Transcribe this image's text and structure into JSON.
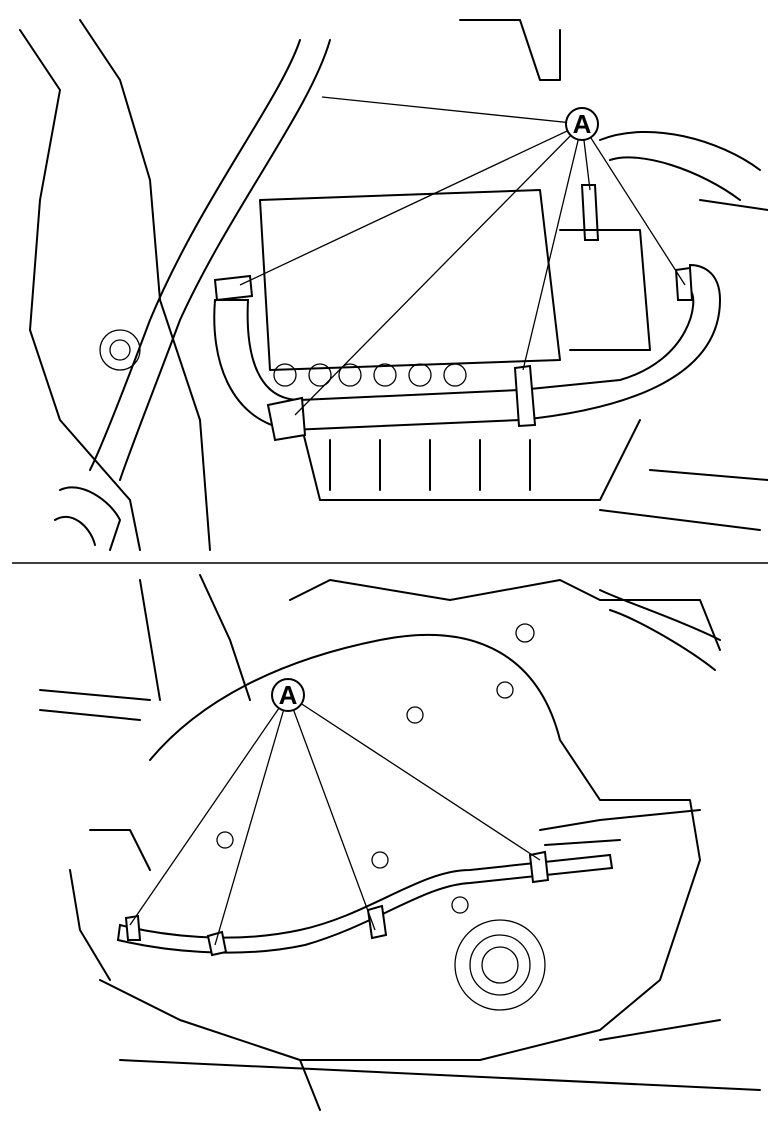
{
  "figure": {
    "top_panel": {
      "callout_label": "A",
      "callout_targets": 6
    },
    "bottom_panel": {
      "callout_label": "A",
      "callout_targets": 4
    }
  }
}
